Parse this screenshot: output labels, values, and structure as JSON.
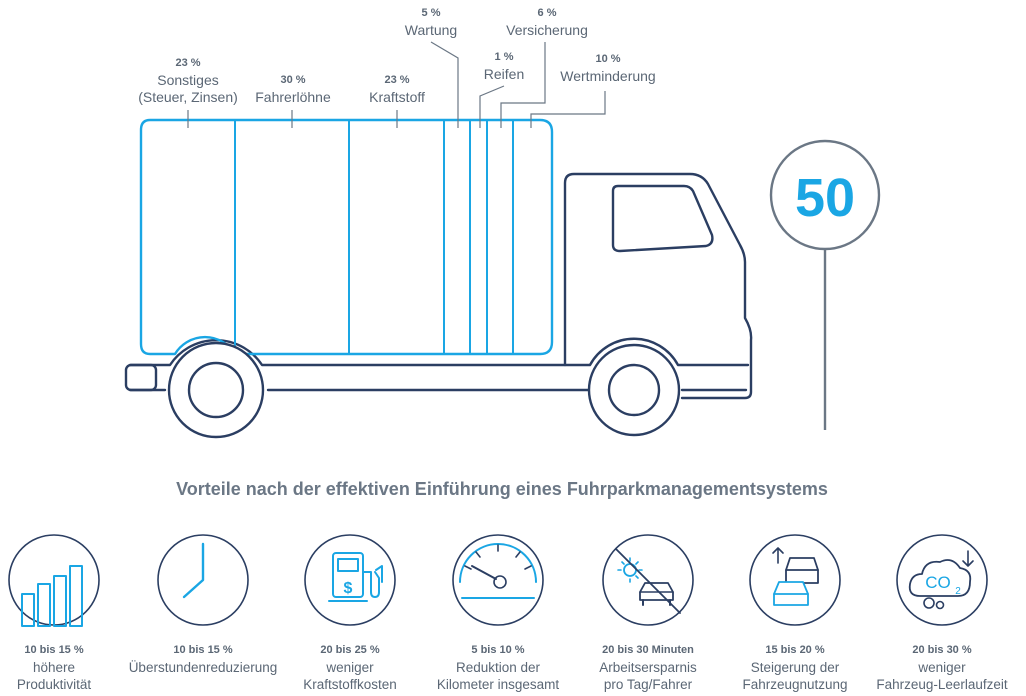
{
  "headline": "Vorteile nach der effektiven Einführung eines Fuhrparkmanagementsystems",
  "speed_sign": "50",
  "colors": {
    "accent": "#1aa6e4",
    "navy": "#2b3e62",
    "text": "#5b6775"
  },
  "cost_breakdown": [
    {
      "pct": "23 %",
      "label": "Sonstiges",
      "label2": "(Steuer, Zinsen)"
    },
    {
      "pct": "30 %",
      "label": "Fahrerlöhne"
    },
    {
      "pct": "23 %",
      "label": "Kraftstoff"
    },
    {
      "pct": "5 %",
      "label": "Wartung"
    },
    {
      "pct": "1 %",
      "label": "Reifen"
    },
    {
      "pct": "6 %",
      "label": "Versicherung"
    },
    {
      "pct": "10 %",
      "label": "Wertminderung"
    }
  ],
  "benefits": [
    {
      "icon": "bar-chart-icon",
      "pct": "10 bis 15 %",
      "line1": "höhere",
      "line2": "Produktivität"
    },
    {
      "icon": "clock-icon",
      "pct": "10 bis 15 %",
      "line1": "Überstundenreduzierung",
      "line2": ""
    },
    {
      "icon": "fuel-pump-icon",
      "pct": "20 bis 25 %",
      "line1": "weniger",
      "line2": "Kraftstoffkosten"
    },
    {
      "icon": "speedometer-icon",
      "pct": "5 bis 10 %",
      "line1": "Reduktion der",
      "line2": "Kilometer insgesamt"
    },
    {
      "icon": "car-crossed-icon",
      "pct": "20 bis 30 Minuten",
      "line1": "Arbeitsersparnis",
      "line2": "pro Tag/Fahrer"
    },
    {
      "icon": "cars-up-icon",
      "pct": "15 bis 20 %",
      "line1": "Steigerung der",
      "line2": "Fahrzeugnutzung"
    },
    {
      "icon": "co2-cloud-icon",
      "pct": "20 bis 30 %",
      "line1": "weniger",
      "line2": "Fahrzeug-Leerlaufzeit"
    }
  ]
}
